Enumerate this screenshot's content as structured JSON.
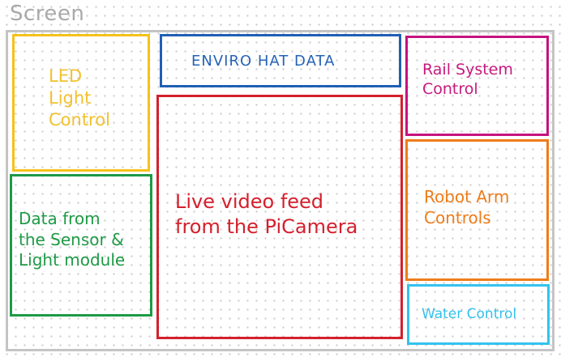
{
  "title": "Screen",
  "colors": {
    "frame": "#c4c4c4",
    "led": "#f5c21a",
    "enviro": "#1f5fb5",
    "rail": "#c5137f",
    "sensor": "#1e9a46",
    "video": "#d4202d",
    "robot": "#ee7c1a",
    "water": "#33c2ee"
  },
  "panels": {
    "led": {
      "lines": [
        "LED",
        "Light",
        "Control"
      ]
    },
    "enviro": {
      "lines": [
        "ENVIRO HAT DATA"
      ]
    },
    "rail": {
      "lines": [
        "Rail System",
        "Control"
      ]
    },
    "sensor": {
      "lines": [
        "Data from",
        "the Sensor &",
        "Light module"
      ]
    },
    "video": {
      "lines": [
        "Live video feed",
        "from the PiCamera"
      ]
    },
    "robot": {
      "lines": [
        "Robot Arm",
        "Controls"
      ]
    },
    "water": {
      "lines": [
        "Water Control"
      ]
    }
  }
}
